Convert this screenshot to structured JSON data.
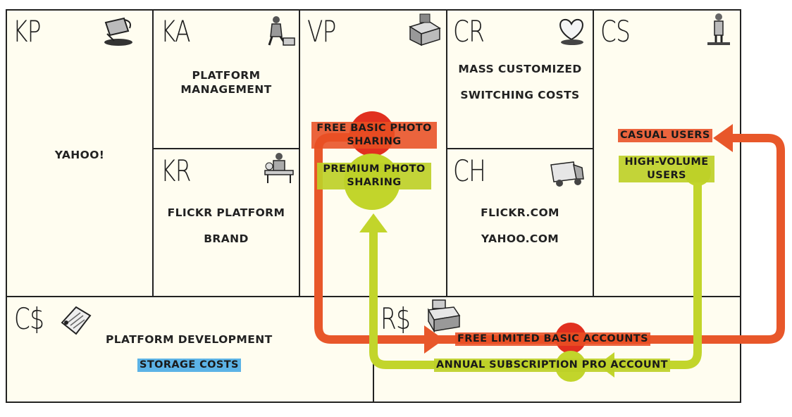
{
  "colors": {
    "red_flow": "#e8572a",
    "green_flow": "#c2d52b",
    "cell_bg": "#fffdf0",
    "storage_highlight": "#5cb3e6"
  },
  "blocks": {
    "kp": {
      "code": "KP",
      "icon": "pouring-jug-icon",
      "items": [
        "YAHOO!"
      ]
    },
    "ka": {
      "code": "KA",
      "icon": "worker-icon",
      "items": [
        "PLATFORM MANAGEMENT"
      ]
    },
    "kr": {
      "code": "KR",
      "icon": "person-at-desk-icon",
      "items": [
        "FLICKR PLATFORM",
        "BRAND"
      ]
    },
    "vp": {
      "code": "VP",
      "icon": "gift-box-icon",
      "items": [
        "FREE BASIC PHOTO SHARING",
        "PREMIUM PHOTO SHARING"
      ]
    },
    "cr": {
      "code": "CR",
      "icon": "heart-icon",
      "items": [
        "MASS CUSTOMIZED",
        "SWITCHING COSTS"
      ]
    },
    "ch": {
      "code": "CH",
      "icon": "truck-icon",
      "items": [
        "FLICKR.COM",
        "YAHOO.COM"
      ]
    },
    "cs": {
      "code": "CS",
      "icon": "standing-person-icon",
      "items": [
        "CASUAL USERS",
        "HIGH-VOLUME USERS"
      ]
    },
    "cost": {
      "code": "C$",
      "icon": "price-tag-icon",
      "items": [
        "PLATFORM DEVELOPMENT",
        "STORAGE COSTS"
      ]
    },
    "rev": {
      "code": "R$",
      "icon": "cash-register-icon",
      "items": [
        "FREE LIMITED BASIC ACCOUNTS",
        "ANNUAL SUBSCRIPTION PRO ACCOUNT"
      ]
    }
  }
}
